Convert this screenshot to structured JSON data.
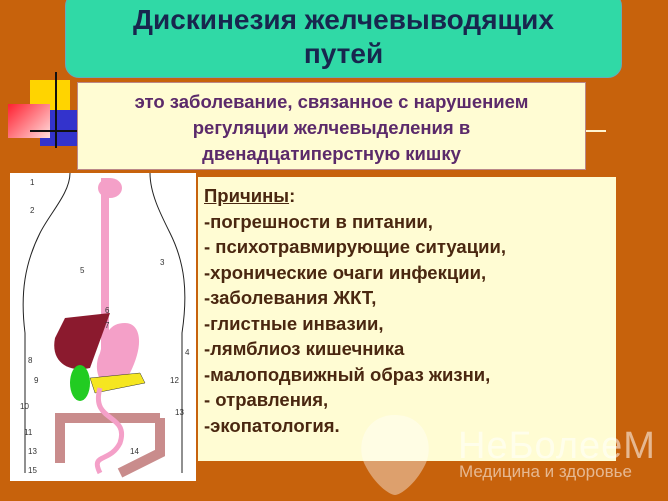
{
  "title": {
    "line1": "Дискинезия желчевыводящих",
    "line2": "путей"
  },
  "definition": {
    "line1": "это заболевание, связанное с нарушением",
    "line2": "регуляции желчевыделения в",
    "line3": "двенадцатиперстную кишку"
  },
  "causes": {
    "heading": "Причины",
    "colon": ":",
    "items": [
      "-погрешности в питании,",
      "- психотравмирующие ситуации,",
      "-хронические очаги инфекции,",
      "-заболевания ЖКТ,",
      "-глистные инвазии,",
      "-лямблиоз кишечника",
      "-малоподвижный образ жизни,",
      "- отравления,",
      "-экопатология."
    ]
  },
  "diagram": {
    "labels": [
      "1",
      "2",
      "3",
      "4",
      "5",
      "6",
      "7",
      "8",
      "9",
      "10",
      "11",
      "12",
      "13",
      "13",
      "14",
      "15"
    ]
  },
  "watermark": {
    "brand": "НеБолееМ",
    "tagline": "Медицина и здоровье"
  },
  "colors": {
    "background": "#c7620c",
    "title_bg": "#30d9a6",
    "box_bg": "#fffcd3",
    "title_text": "#18264e",
    "definition_text": "#5b2a6a",
    "causes_text": "#4a2710"
  }
}
